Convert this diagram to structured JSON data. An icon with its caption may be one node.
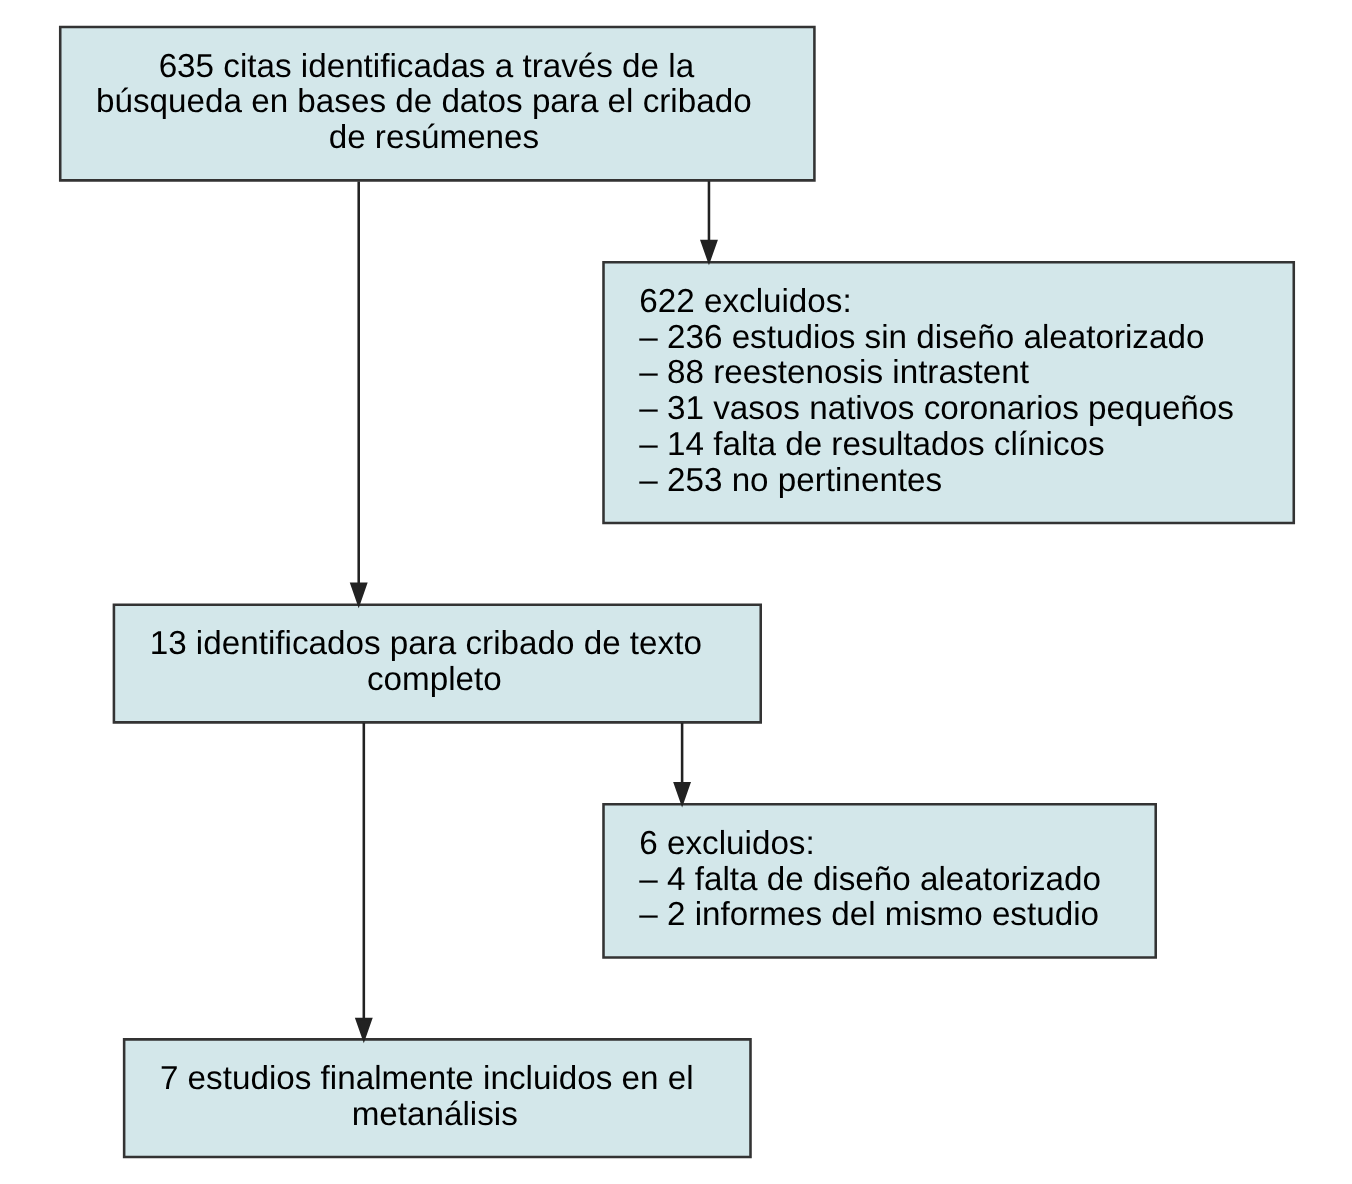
{
  "diagram": {
    "nodes": [
      {
        "text": [
          "635 citas identificadas a través de la búsqueda en bases de datos para el cribado de resúmenes"
        ]
      },
      {
        "text": [
          "622 excluidos:",
          "– 236 estudios sin diseño aleatorizado",
          "– 88 reestenosis intrastent",
          "– 31 vasos nativos coronarios pequeños",
          "– 14 falta de resultados clínicos",
          "– 253 no pertinentes"
        ]
      },
      {
        "text": [
          "13 identificados para cribado de texto completo"
        ]
      },
      {
        "text": [
          "6 excluidos:",
          "– 4 falta de diseño aleatorizado",
          "– 2 informes del mismo estudio"
        ]
      },
      {
        "text": [
          "7 estudios finalmente incluidos en el metanálisis"
        ]
      }
    ],
    "edges": [
      {
        "from": 0,
        "to": 2,
        "arrow": "to"
      },
      {
        "from": 0,
        "to": 1,
        "arrow": "to"
      },
      {
        "from": 2,
        "to": 4,
        "arrow": "to"
      },
      {
        "from": 2,
        "to": 3,
        "arrow": "to"
      }
    ]
  }
}
